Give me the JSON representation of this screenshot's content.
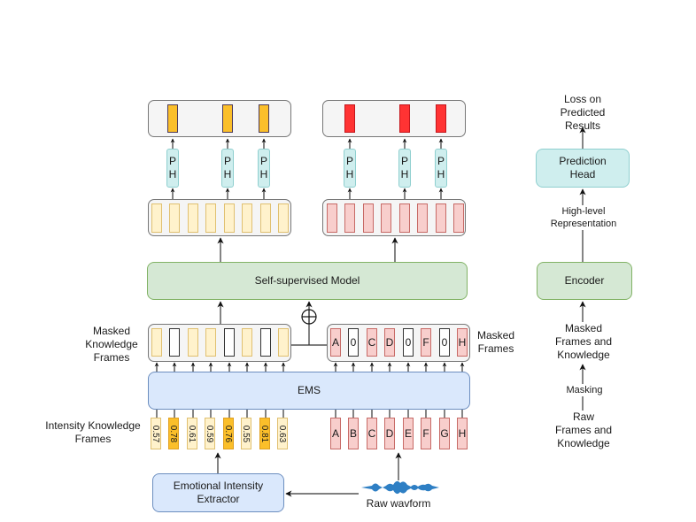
{
  "diagram": {
    "left_output_cells": 3,
    "right_output_cells": 3,
    "prediction_head_letters": [
      "P",
      "H"
    ],
    "encoded_left_cells": 8,
    "encoded_right_cells": 8,
    "self_supervised_model": "Self-supervised Model",
    "masked_knowledge_label": "Masked\nKnowledge\nFrames",
    "masked_knowledge_pattern": [
      "knowledge",
      "mask",
      "knowledge",
      "knowledge",
      "mask",
      "knowledge",
      "mask",
      "knowledge"
    ],
    "masked_frames_label": "Masked\nFrames",
    "masked_frames": [
      "A",
      "0",
      "C",
      "D",
      "0",
      "F",
      "0",
      "H"
    ],
    "ems": "EMS",
    "intensity_label": "Intensity Knowledge\nFrames",
    "intensity_values": [
      {
        "value": "0.57",
        "level": "low"
      },
      {
        "value": "0.78",
        "level": "high"
      },
      {
        "value": "0.61",
        "level": "low"
      },
      {
        "value": "0.59",
        "level": "low"
      },
      {
        "value": "0.76",
        "level": "high"
      },
      {
        "value": "0.55",
        "level": "low"
      },
      {
        "value": "0.81",
        "level": "high"
      },
      {
        "value": "0.63",
        "level": "low"
      }
    ],
    "raw_frames": [
      "A",
      "B",
      "C",
      "D",
      "E",
      "F",
      "G",
      "H"
    ],
    "extractor": "Emotional Intensity\nExtractor",
    "raw_waveform": "Raw wavform",
    "plus_symbol": "⊕"
  },
  "legend_flow": {
    "loss": "Loss on\nPredicted\nResults",
    "prediction_head": "Prediction\nHead",
    "high_level": "High-level\nRepresentation",
    "encoder": "Encoder",
    "masked": "Masked\nFrames and\nKnowledge",
    "masking": "Masking",
    "raw": "Raw\nFrames and\nKnowledge"
  },
  "colors": {
    "knowledge_yellow": "#fff2cc",
    "knowledge_yellow_dark": "#fbbf2a",
    "frame_red": "#f8cecc",
    "output_red": "#ff3333",
    "model_green": "#d5e8d4",
    "ems_blue": "#dae8fc",
    "head_cyan": "#cfeeee",
    "waveform_blue": "#2e7fc4"
  }
}
